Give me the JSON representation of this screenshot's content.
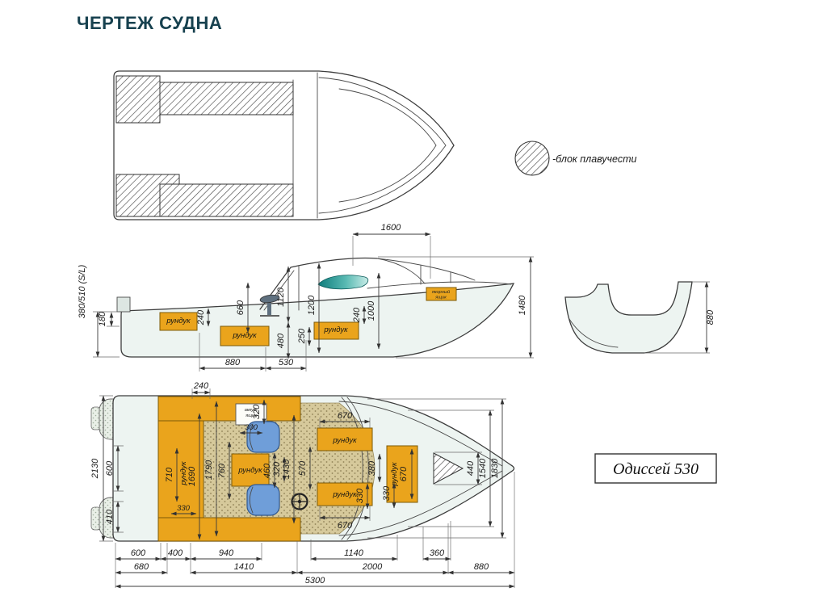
{
  "title": "ЧЕРТЕЖ СУДНА",
  "legend": {
    "label": "-блок плавучести"
  },
  "model_box": {
    "label": "Одиссей 530"
  },
  "side_view": {
    "dim_1600": "1600",
    "dim_sl": "380/510 (S/L)",
    "dim_180": "180",
    "dim_240_front": "240",
    "dim_660": "660",
    "dim_1120": "1120",
    "dim_1200": "1200",
    "dim_250": "250",
    "dim_480": "480",
    "dim_240_aft": "240",
    "dim_1000": "1000",
    "dim_1480": "1480",
    "dim_880": "880",
    "dim_530": "530",
    "locker_aft": "рундук",
    "locker_mid": "рундук",
    "locker_fwd": "рундук",
    "anchor_box_line1": "якорный",
    "anchor_box_line2": "ящик"
  },
  "transom_view": {
    "dim_880": "880"
  },
  "plan_view": {
    "dim_240": "240",
    "dim_320_top": "320",
    "dim_300": "300",
    "battery_box_line1": "аккум.",
    "battery_box_line2": "ящик",
    "dim_2130": "2130",
    "dim_600": "600",
    "dim_410": "410",
    "dim_710": "710",
    "dim_1690": "1690",
    "dim_330_left": "330",
    "dim_1790": "1790",
    "dim_760": "760",
    "dim_460": "460",
    "dim_320_mid": "320",
    "dim_1430": "1430",
    "dim_570": "570",
    "dim_670_top": "670",
    "dim_670_bottom": "670",
    "dim_670_right": "670",
    "dim_380": "380",
    "dim_330_a": "330",
    "dim_330_b": "330",
    "dim_440": "440",
    "dim_1540": "1540",
    "dim_1830": "1830",
    "locker_left": "рундук",
    "locker_center": "рундук",
    "locker_top_right": "рундук",
    "locker_bottom_right": "рундук",
    "locker_right": "рундук",
    "bottom_dims": {
      "d600": "600",
      "d400": "400",
      "d940": "940",
      "d1140": "1140",
      "d360": "360",
      "d680": "680",
      "d1410": "1410",
      "d2000": "2000",
      "d880": "880",
      "d5300": "5300"
    }
  },
  "colors": {
    "accent_orange": "#EAA41C",
    "hull_fill": "#EDF4F1",
    "seat_blue": "#6F9ED9",
    "title_teal": "#17414F",
    "glass_teal": "#0E7C7C"
  }
}
